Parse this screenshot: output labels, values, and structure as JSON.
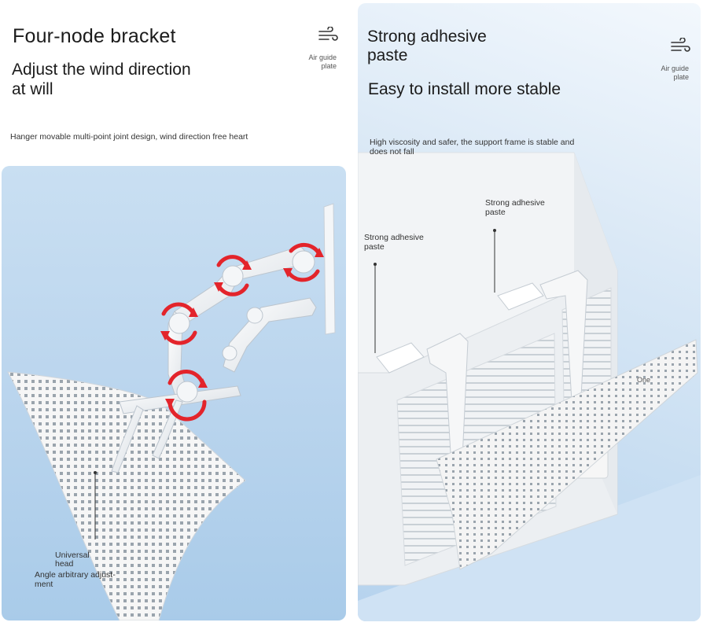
{
  "left": {
    "title": "Four-node bracket",
    "subtitle_line1": "Adjust the wind direction",
    "subtitle_line2": "at will",
    "icon_label_line1": "Air guide",
    "icon_label_line2": "plate",
    "description": "Hanger movable multi-point joint design, wind direction free heart",
    "callout_head_line1": "Universal",
    "callout_head_line2": "head",
    "callout_angle_line1": "Angle arbitrary adjust-",
    "callout_angle_line2": "ment"
  },
  "right": {
    "title_line1": "Strong adhesive",
    "title_line2": "paste",
    "subtitle": "Easy to install more stable",
    "icon_label_line1": "Air guide",
    "icon_label_line2": "plate",
    "description_line1": "High viscosity and safer, the support frame is stable and",
    "description_line2": "does not fall",
    "callout_a_line1": "Strong adhesive",
    "callout_a_line2": "paste",
    "callout_b_line1": "Strong adhesive",
    "callout_b_line2": "paste",
    "plate_mark": "One"
  },
  "colors": {
    "accent_red": "#e3242b",
    "panel_blue": "#bcd6ee",
    "plastic_white": "#f7f7f7"
  }
}
